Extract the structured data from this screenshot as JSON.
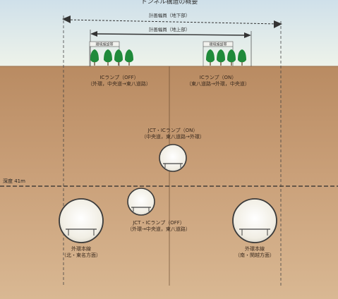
{
  "header_text": "トンネル構造の概要",
  "span_upper_label": "計画幅員（地下部）",
  "span_lower_label": "計画幅員（地上部）",
  "buffer_left_label": "環境施設帯",
  "buffer_right_label": "環境施設帯",
  "ramp_off_label": [
    "ICランプ（OFF）",
    "（外環，中央道→東八道路）"
  ],
  "ramp_on_label": [
    "ICランプ（ON）",
    "（東八道路→外環，中央道）"
  ],
  "jct_on_label": [
    "JCT・ICランプ（ON）",
    "（中央道，東八道路→外環）"
  ],
  "depth_label": "深度 41m",
  "jct_off_label": [
    "JCT・ICランプ（OFF）",
    "（外環→中央道，東八道路）"
  ],
  "main_left_label": [
    "外環本線",
    "（北・東名方面）"
  ],
  "main_right_label": [
    "外環本線",
    "（南・関越方面）"
  ],
  "colors": {
    "sky_top": "#cfe0ea",
    "sky_bottom": "#eef3ea",
    "ground_top": "#b98b62",
    "ground_mid": "#c99f78",
    "ground_bottom": "#d9b893",
    "tree": "#1f8a3a",
    "line": "#2b2b2b",
    "tunnel_fill": "#f4f1e8"
  },
  "icons": [
    "tree-icon",
    "arrow-icon",
    "tunnel-icon"
  ]
}
